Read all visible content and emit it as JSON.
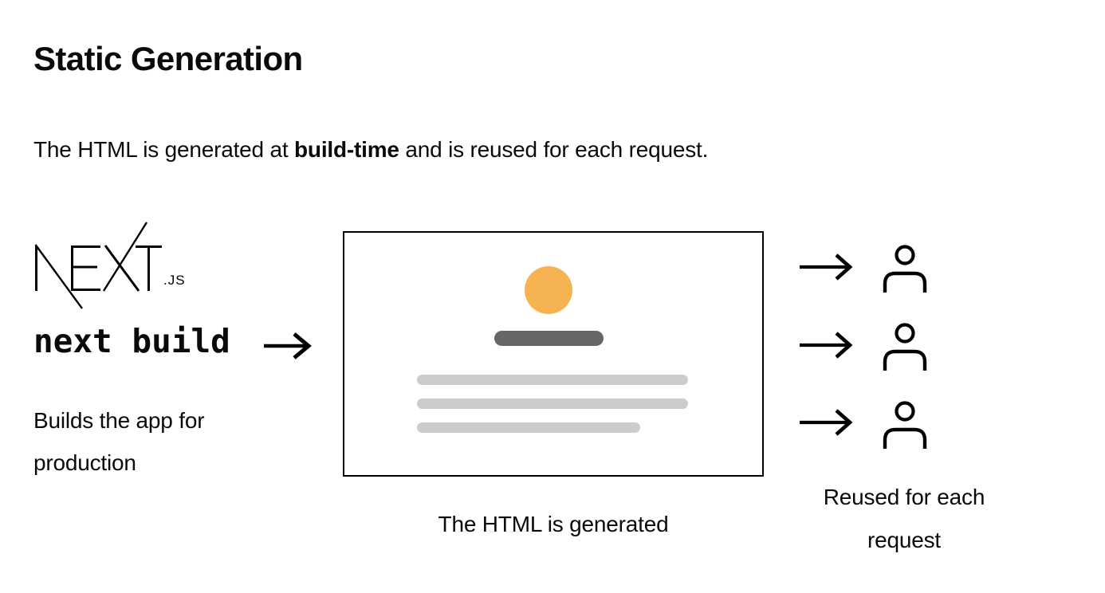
{
  "page": {
    "title": "Static Generation",
    "subtitle": {
      "before": "The HTML is generated at ",
      "bold": "build-time",
      "after": " and is reused for each request."
    }
  },
  "build_step": {
    "logo": {
      "wordmark": "NEXT",
      "suffix": ".JS"
    },
    "command": "next build",
    "description": "Builds the app for production"
  },
  "generated_page": {
    "caption": "The HTML is generated"
  },
  "requests": {
    "caption": "Reused for each request",
    "count": 3
  },
  "colors": {
    "background": "#FFFFFF",
    "ink": "#000000",
    "accent_orange": "#F6B352",
    "heading_bar": "#666666",
    "text_bar": "#CCCCCC"
  }
}
